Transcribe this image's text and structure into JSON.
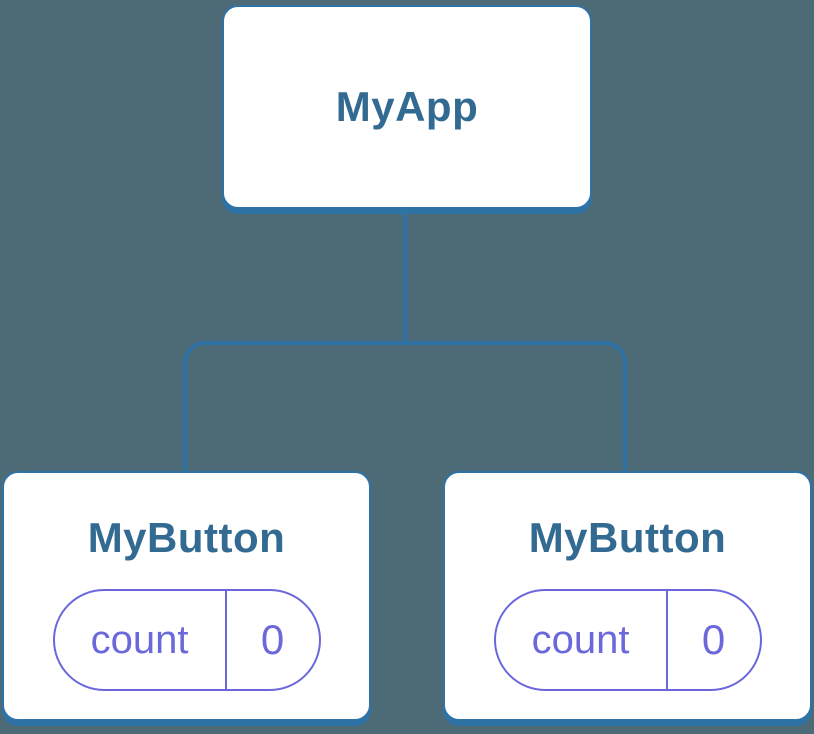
{
  "colors": {
    "background": "#4D6A77",
    "connector_blue": "#2F73A6",
    "node_label_blue": "#326A92",
    "state_purple": "#6B68DC",
    "node_fill": "#FFFFFF"
  },
  "tree": {
    "root": {
      "label": "MyApp"
    },
    "children": [
      {
        "label": "MyButton",
        "state": {
          "name": "count",
          "value": "0"
        }
      },
      {
        "label": "MyButton",
        "state": {
          "name": "count",
          "value": "0"
        }
      }
    ]
  }
}
